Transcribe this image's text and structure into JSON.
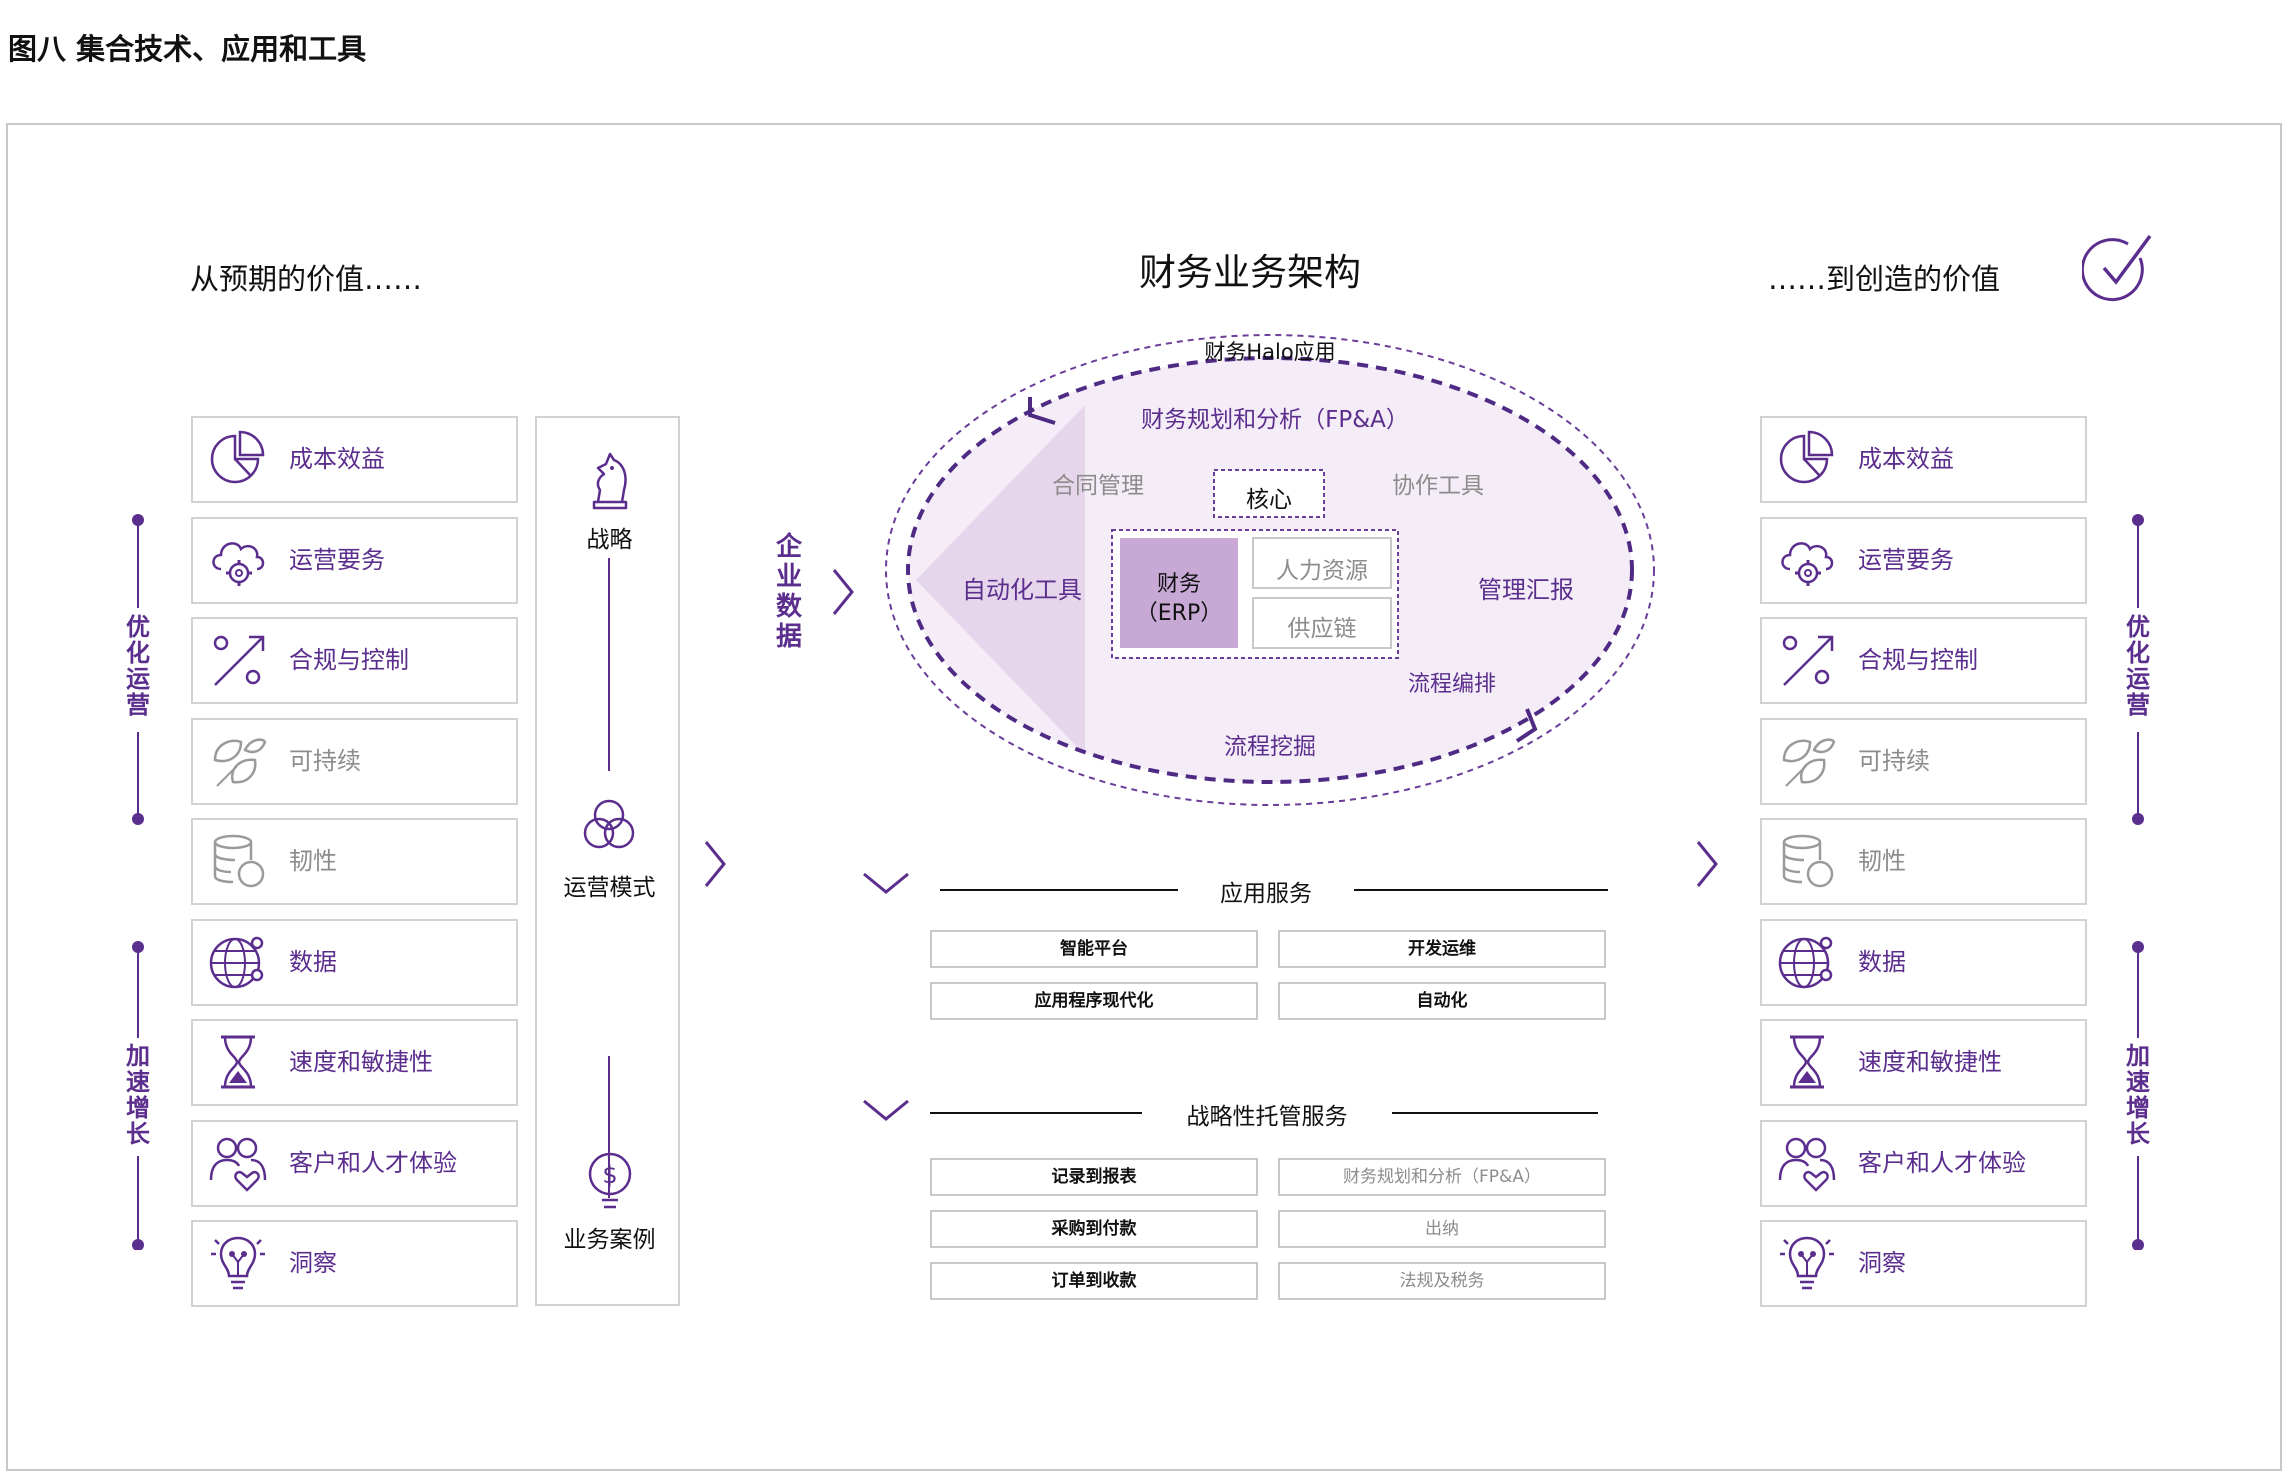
{
  "figure_title": "图八  集合技术、应用和工具",
  "headings": {
    "left": "从预期的价值……",
    "center": "财务业务架构",
    "right": "……到创造的价值"
  },
  "vertical_labels": {
    "optimize": "优化运营",
    "accelerate": "加速增长"
  },
  "value_cards": [
    {
      "label": "成本效益",
      "icon": "pie-chart-icon",
      "muted": false
    },
    {
      "label": "运营要务",
      "icon": "cloud-gear-icon",
      "muted": false
    },
    {
      "label": "合规与控制",
      "icon": "percent-icon",
      "muted": false
    },
    {
      "label": "可持续",
      "icon": "leaves-icon",
      "muted": true
    },
    {
      "label": "韧性",
      "icon": "database-icon",
      "muted": true
    },
    {
      "label": "数据",
      "icon": "globe-network-icon",
      "muted": false
    },
    {
      "label": "速度和敏捷性",
      "icon": "hourglass-icon",
      "muted": false
    },
    {
      "label": "客户和人才体验",
      "icon": "people-heart-icon",
      "muted": false
    },
    {
      "label": "洞察",
      "icon": "lightbulb-icon",
      "muted": false
    }
  ],
  "strategy_column": {
    "strategy": "战略",
    "operating_model": "运营模式",
    "business_case": "业务案例"
  },
  "enterprise_data": "企业数据",
  "architecture": {
    "halo": "财务Halo应用",
    "fpa": "财务规划和分析（FP&A）",
    "contract": "合同管理",
    "core": "核心",
    "collab": "协作工具",
    "automation": "自动化工具",
    "finance": "财务",
    "erp": "（ERP）",
    "hr": "人力资源",
    "supply": "供应链",
    "reporting": "管理汇报",
    "orchestration": "流程编排",
    "mining": "流程挖掘"
  },
  "app_services": {
    "title": "应用服务",
    "items": [
      "智能平台",
      "开发运维",
      "应用程序现代化",
      "自动化"
    ]
  },
  "managed_services": {
    "title": "战略性托管服务",
    "items": [
      "记录到报表",
      "财务规划和分析（FP&A）",
      "采购到付款",
      "出纳",
      "订单到收款",
      "法规及税务"
    ]
  },
  "colors": {
    "purple": "#5b2e8e",
    "light_purple": "#f4edf7",
    "mid_purple": "#e6d6ec",
    "erp_purple": "#c8a9d6",
    "muted_gray": "#8c8c8c"
  }
}
